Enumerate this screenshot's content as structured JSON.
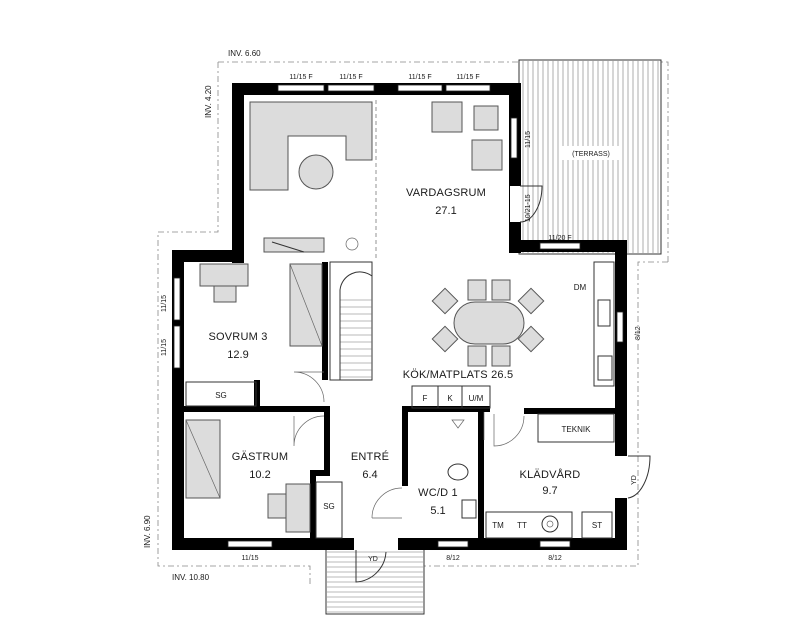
{
  "rooms": {
    "vardagsrum": {
      "name": "VARDAGSRUM",
      "area": "27.1"
    },
    "sovrum": {
      "name": "SOVRUM 3",
      "area": "12.9"
    },
    "kok": {
      "name": "KÖK/MATPLATS 26.5"
    },
    "gastrum": {
      "name": "GÄSTRUM",
      "area": "10.2"
    },
    "entre": {
      "name": "ENTRÉ",
      "area": "6.4"
    },
    "wc": {
      "name": "WC/D 1",
      "area": "5.1"
    },
    "kladvard": {
      "name": "KLÄDVÅRD",
      "area": "9.7"
    }
  },
  "fixtures": {
    "terrass": "(TERRASS)",
    "dm": "DM",
    "teknik": "TEKNIK",
    "sg_sovrum": "SG",
    "sg_entre": "SG",
    "f": "F",
    "k": "K",
    "um": "U/M",
    "tm": "TM",
    "tt": "TT",
    "st": "ST",
    "yd_entry": "YD",
    "yd_side": "YD"
  },
  "dimensions": {
    "inv_top": "INV. 6.60",
    "inv_left_top": "INV. 4.20",
    "inv_left_bottom": "INV. 6.90",
    "inv_bottom": "INV. 10.80"
  },
  "windows": {
    "w1": "11/15 F",
    "w2": "11/15 F",
    "w3": "11/15 F",
    "w4": "11/15 F",
    "w_right_upper": "11/15",
    "door_terrace": "10/21-15",
    "w_terrace_bottom": "11/20 F",
    "w_left_1": "11/15",
    "w_left_2": "11/15",
    "w_right_kitchen": "8/12",
    "w_bottom_left": "11/15",
    "w_bottom_mid": "8/12",
    "w_bottom_right": "8/12"
  }
}
